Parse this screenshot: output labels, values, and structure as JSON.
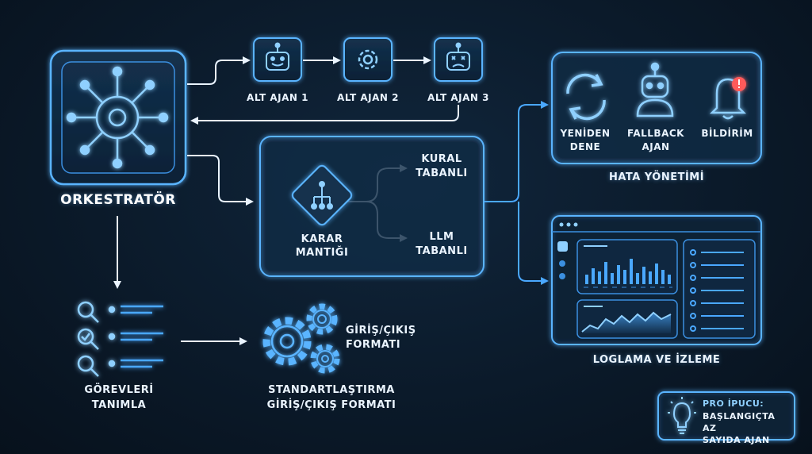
{
  "colors": {
    "background": "#0b1a2a",
    "accent": "#4aa8ff",
    "accent_light": "#8fd0ff",
    "alert": "#ff5a5a"
  },
  "orchestrator": {
    "label": "ORKESTRATÖR",
    "icon": "gear-network-icon"
  },
  "sub_agents": [
    {
      "label": "ALT AJAN 1",
      "icon": "robot-happy-icon"
    },
    {
      "label": "ALT AJAN 2",
      "icon": "gear-icon"
    },
    {
      "label": "ALT AJAN 3",
      "icon": "robot-sad-icon"
    }
  ],
  "decision": {
    "label": "KARAR\nMANTIĞI",
    "icon": "decision-diamond-icon",
    "branches": [
      "KURAL\nTABANLI",
      "LLM\nTABANLI"
    ]
  },
  "error_handling": {
    "title": "HATA YÖNETİMİ",
    "items": [
      {
        "label": "YENİDEN\nDENE",
        "icon": "retry-icon"
      },
      {
        "label": "FALLBACK\nAJAN",
        "icon": "robot-icon"
      },
      {
        "label": "BİLDİRİM",
        "icon": "bell-alert-icon"
      }
    ]
  },
  "logging": {
    "title": "LOGLAMA VE İZLEME",
    "icon": "dashboard-icon"
  },
  "define_tasks": {
    "label": "GÖREVLERİ\nTANIMLA",
    "icon": "task-list-icon"
  },
  "standardization": {
    "gears_label": "GİRİŞ/ÇIKIŞ\nFORMATI",
    "label": "STANDARTLAŞTIRMA\nGİRİŞ/ÇIKIŞ FORMATI",
    "icon": "gears-icon"
  },
  "pro_tip": {
    "title": "PRO İPUCU:",
    "text": "BAŞLANGIÇTA AZ\nSAYIDA AJAN",
    "icon": "lightbulb-icon"
  }
}
